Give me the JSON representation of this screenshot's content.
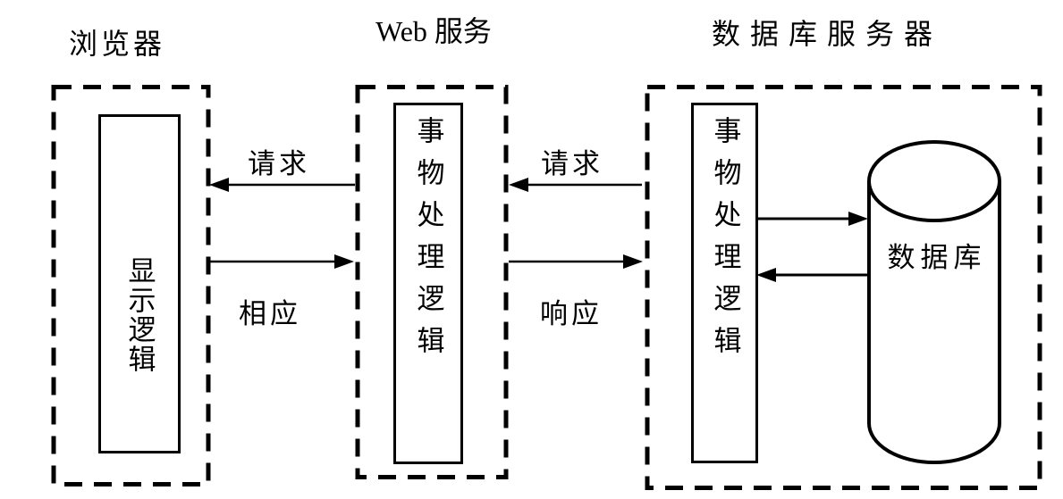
{
  "browser": {
    "title": "浏览器",
    "module_label": "显示逻辑"
  },
  "web_service": {
    "title": "Web 服务",
    "module_label": "事物处理逻辑"
  },
  "database_server": {
    "title": "数据库服务器",
    "module_label": "事物处理逻辑",
    "database_label": "数据库"
  },
  "arrows": {
    "request_web_to_browser": "请求",
    "response_browser_to_web": "相应",
    "request_db_to_web": "请求",
    "response_web_to_db": "响应"
  },
  "colors": {
    "line": "#000000",
    "background": "#ffffff",
    "text": "#000000"
  }
}
